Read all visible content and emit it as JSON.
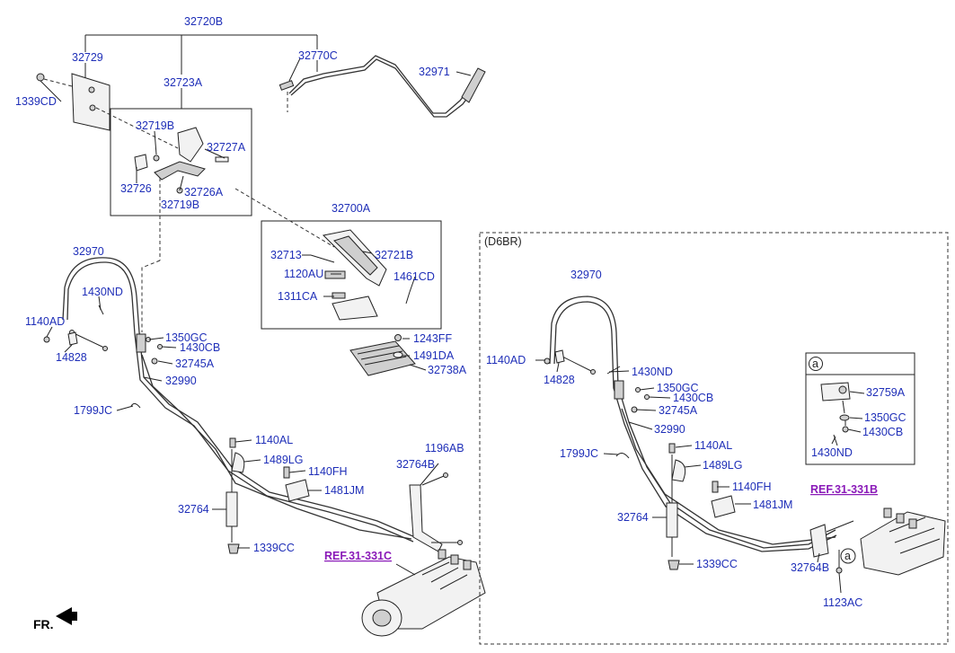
{
  "labels": {
    "l32720B": "32720B",
    "l32729": "32729",
    "l32723A": "32723A",
    "l32770C": "32770C",
    "l32971": "32971",
    "l1339CD": "1339CD",
    "l32719B_top": "32719B",
    "l32727A": "32727A",
    "l32726": "32726",
    "l32726A": "32726A",
    "l32719B_bot": "32719B",
    "l32700A": "32700A",
    "l32713": "32713",
    "l32721B": "32721B",
    "l1120AU": "1120AU",
    "l1461CD": "1461CD",
    "l1311CA": "1311CA",
    "l1243FF": "1243FF",
    "l1491DA": "1491DA",
    "l32738A": "32738A",
    "l32970_left": "32970",
    "l1430ND_left": "1430ND",
    "l1140AD_left": "1140AD",
    "l14828_left": "14828",
    "l1350GC_left": "1350GC",
    "l1430CB_left": "1430CB",
    "l32745A_left": "32745A",
    "l32990_left": "32990",
    "l1799JC_left": "1799JC",
    "l1140AL_left": "1140AL",
    "l1489LG_left": "1489LG",
    "l1140FH_left": "1140FH",
    "l1481JM_left": "1481JM",
    "l32764_left": "32764",
    "l1339CC_left": "1339CC",
    "l1196AB": "1196AB",
    "l32764B_left": "32764B",
    "ref_left": "REF.31-331C",
    "fr_label": "FR.",
    "d6br_title": "(D6BR)",
    "l32970_right": "32970",
    "l1140AD_right": "1140AD",
    "l14828_right": "14828",
    "l1430ND_right": "1430ND",
    "l1350GC_right": "1350GC",
    "l1430CB_right": "1430CB",
    "l32745A_right": "32745A",
    "l32990_right": "32990",
    "l1799JC_right": "1799JC",
    "l1140AL_right": "1140AL",
    "l1489LG_right": "1489LG",
    "l1140FH_right": "1140FH",
    "l1481JM_right": "1481JM",
    "l32764_right": "32764",
    "l1339CC_right": "1339CC",
    "l32764B_right": "32764B",
    "l1123AC": "1123AC",
    "ref_right": "REF.31-331B",
    "detail_marker": "a",
    "callout_marker": "a",
    "l32759A": "32759A",
    "l1350GC_detail": "1350GC",
    "l1430CB_detail": "1430CB",
    "l1430ND_detail": "1430ND"
  }
}
